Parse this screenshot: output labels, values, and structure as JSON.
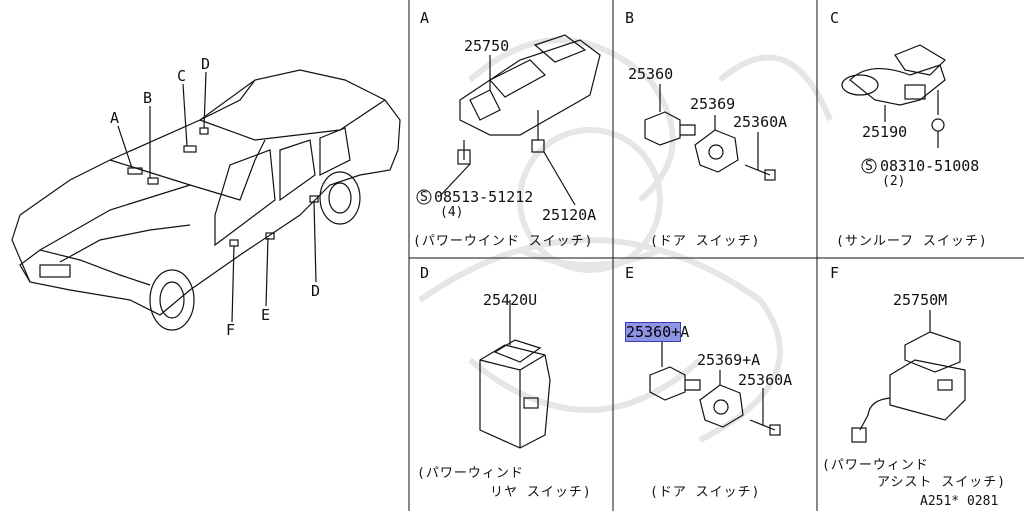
{
  "car": {
    "callouts": [
      "A",
      "B",
      "C",
      "D",
      "D",
      "E",
      "F"
    ]
  },
  "panels": {
    "A": {
      "letter": "A",
      "parts": {
        "switch": "25750",
        "screw": "08513-51212",
        "screw_qty": "(4)",
        "bolt": "25120A"
      },
      "caption": "(パワーウインド スイッチ)"
    },
    "B": {
      "letter": "B",
      "parts": {
        "switch": "25360",
        "boot": "25369",
        "screw": "25360A"
      },
      "caption": "(ドア スイッチ)"
    },
    "C": {
      "letter": "C",
      "parts": {
        "switch": "25190",
        "screw": "08310-51008",
        "screw_qty": "(2)"
      },
      "caption": "(サンルーフ スイッチ)"
    },
    "D": {
      "letter": "D",
      "parts": {
        "switch": "25420U"
      },
      "caption_line1": "(パワーウィンド",
      "caption_line2": "リヤ スイッチ)"
    },
    "E": {
      "letter": "E",
      "parts": {
        "switch_code": "25360+",
        "switch_suffix": "A",
        "boot": "25369+A",
        "screw": "25360A"
      },
      "caption": "(ドア スイッチ)"
    },
    "F": {
      "letter": "F",
      "parts": {
        "switch": "25750M"
      },
      "caption_line1": "(パワーウィンド",
      "caption_line2": "アシスト スイッチ)"
    }
  },
  "footer_code": "A251* 0281",
  "circle_s": "S",
  "colors": {
    "line": "#111111",
    "highlight": "#8e93e6",
    "watermark": "#e4e4e4"
  }
}
